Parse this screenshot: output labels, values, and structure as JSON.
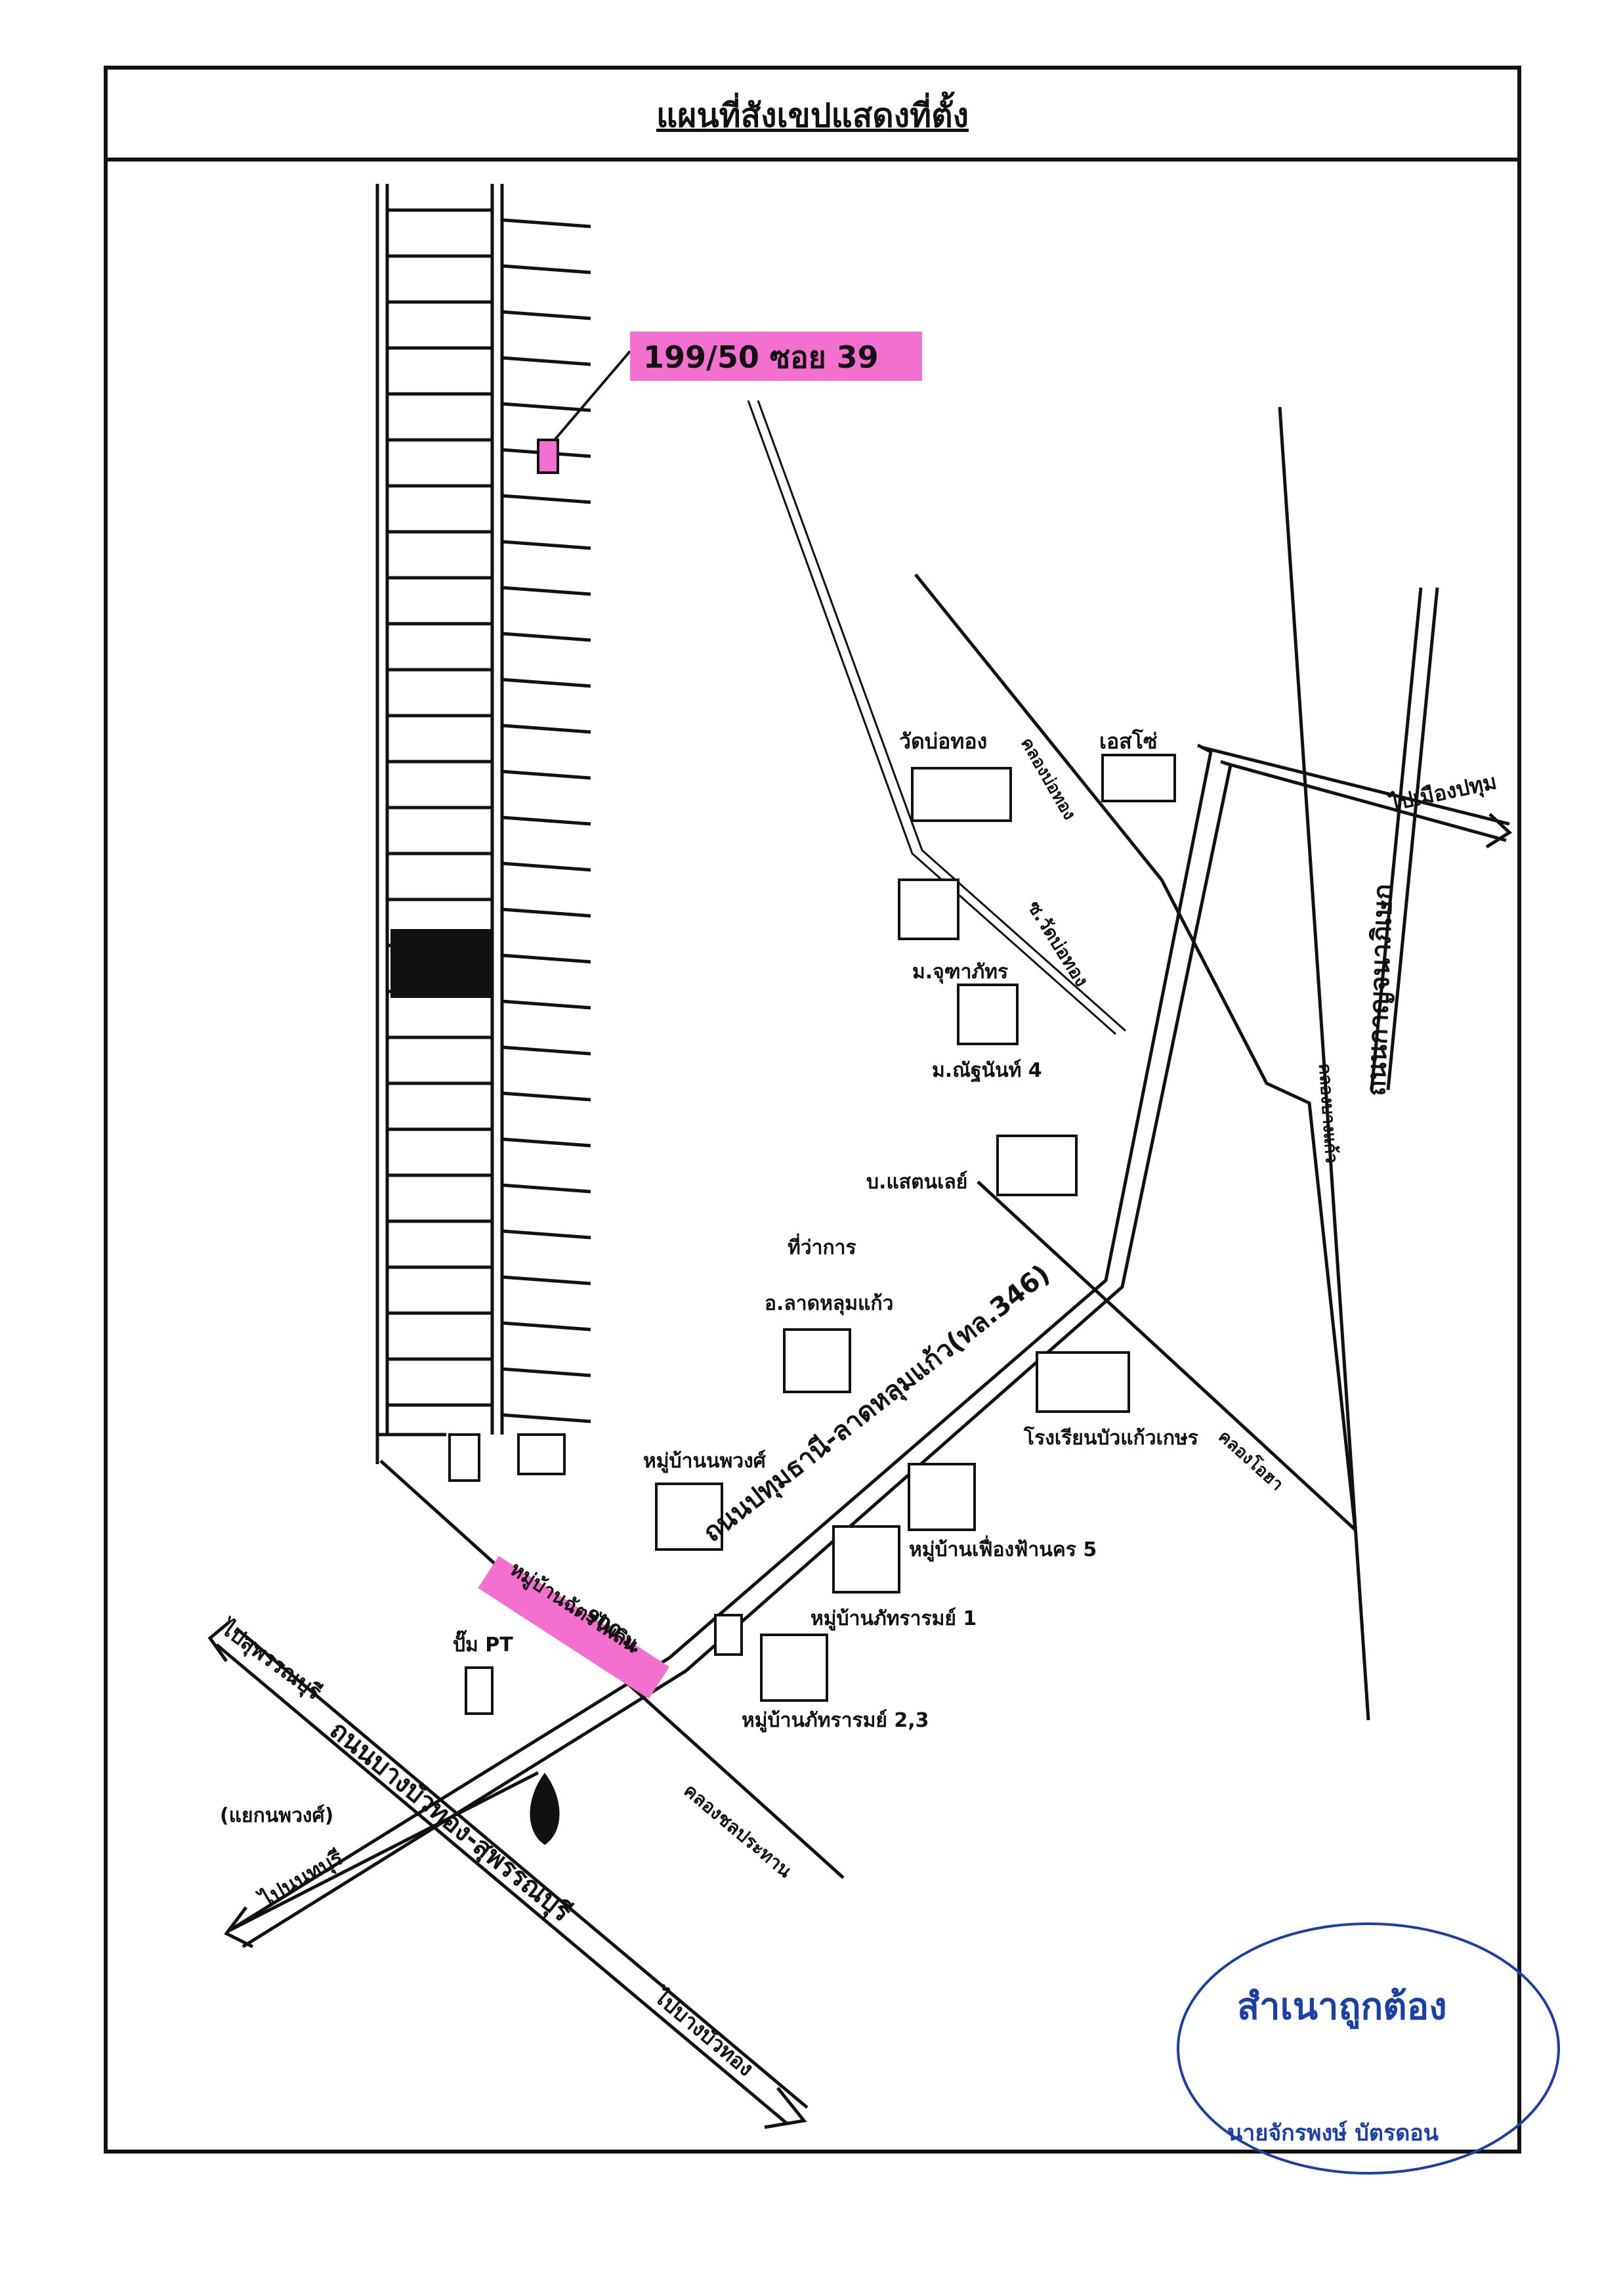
{
  "title": "แผนที่สังเขปแสดงที่ตั้ง",
  "target": {
    "label": "199/50 ซอย 39",
    "highlight_color": "#f36fd0"
  },
  "roads": {
    "main_road": "ถนนปทุมธานี-ลาดหลุมแก้ว(ทล.346)",
    "cross_road": "ถนนบางบัวทอง-สุพรรณบุรี",
    "right_road": "ถนนกาญจนาภิเษก",
    "soi_wat": "ซ.วัดบ่อทอง",
    "distance": "900 ม."
  },
  "canals": {
    "khlong_1": "คลองบ่อทอง",
    "khlong_2": "คลองชลประทาน",
    "khlong_3": "คลองโอฮา",
    "khlong_4": "คลองบางแก้ว"
  },
  "directions": {
    "to_pathum": "ไปเมืองปทุม",
    "to_suphan": "ไปสุพรรณบุรี",
    "to_bangbuathong": "ไปบางบัวทอง",
    "to_nonthaburi": "ไปนนทบุรี",
    "junction": "(แยกนพวงศ์)"
  },
  "places": {
    "wat": "วัดบ่อทอง",
    "esso": "เอสโซ่",
    "m_chuthaphat": "ม.จุฑาภัทร",
    "m_nanthanan": "ม.ณัฐนันท์ 4",
    "stanley": "บ.แสตนเลย์",
    "district_office_1": "ที่ว่าการ",
    "district_office_2": "อ.ลาดหลุมแก้ว",
    "school": "โรงเรียนบัวแก้วเกษร",
    "village_nopphawong": "หมู่บ้านนพวงศ์",
    "village_chonlaphan": "หมู่บ้านฉัตรไพลิน",
    "village_feuangfa": "หมู่บ้านเฟื่องฟ้านคร 5",
    "village_phattharam1": "หมู่บ้านภัทรารมย์ 1",
    "village_phattharam23": "หมู่บ้านภัทรารมย์ 2,3",
    "pump": "ปั๊ม PT"
  },
  "stamp": {
    "certified": "สำเนาถูกต้อง",
    "name": "นายจักรพงษ์ บัตรดอน",
    "color": "#1b3fa8"
  },
  "colors": {
    "ink": "#111111",
    "pink": "#f36fd0",
    "blue": "#1b3fa8",
    "paper": "#ffffff"
  }
}
